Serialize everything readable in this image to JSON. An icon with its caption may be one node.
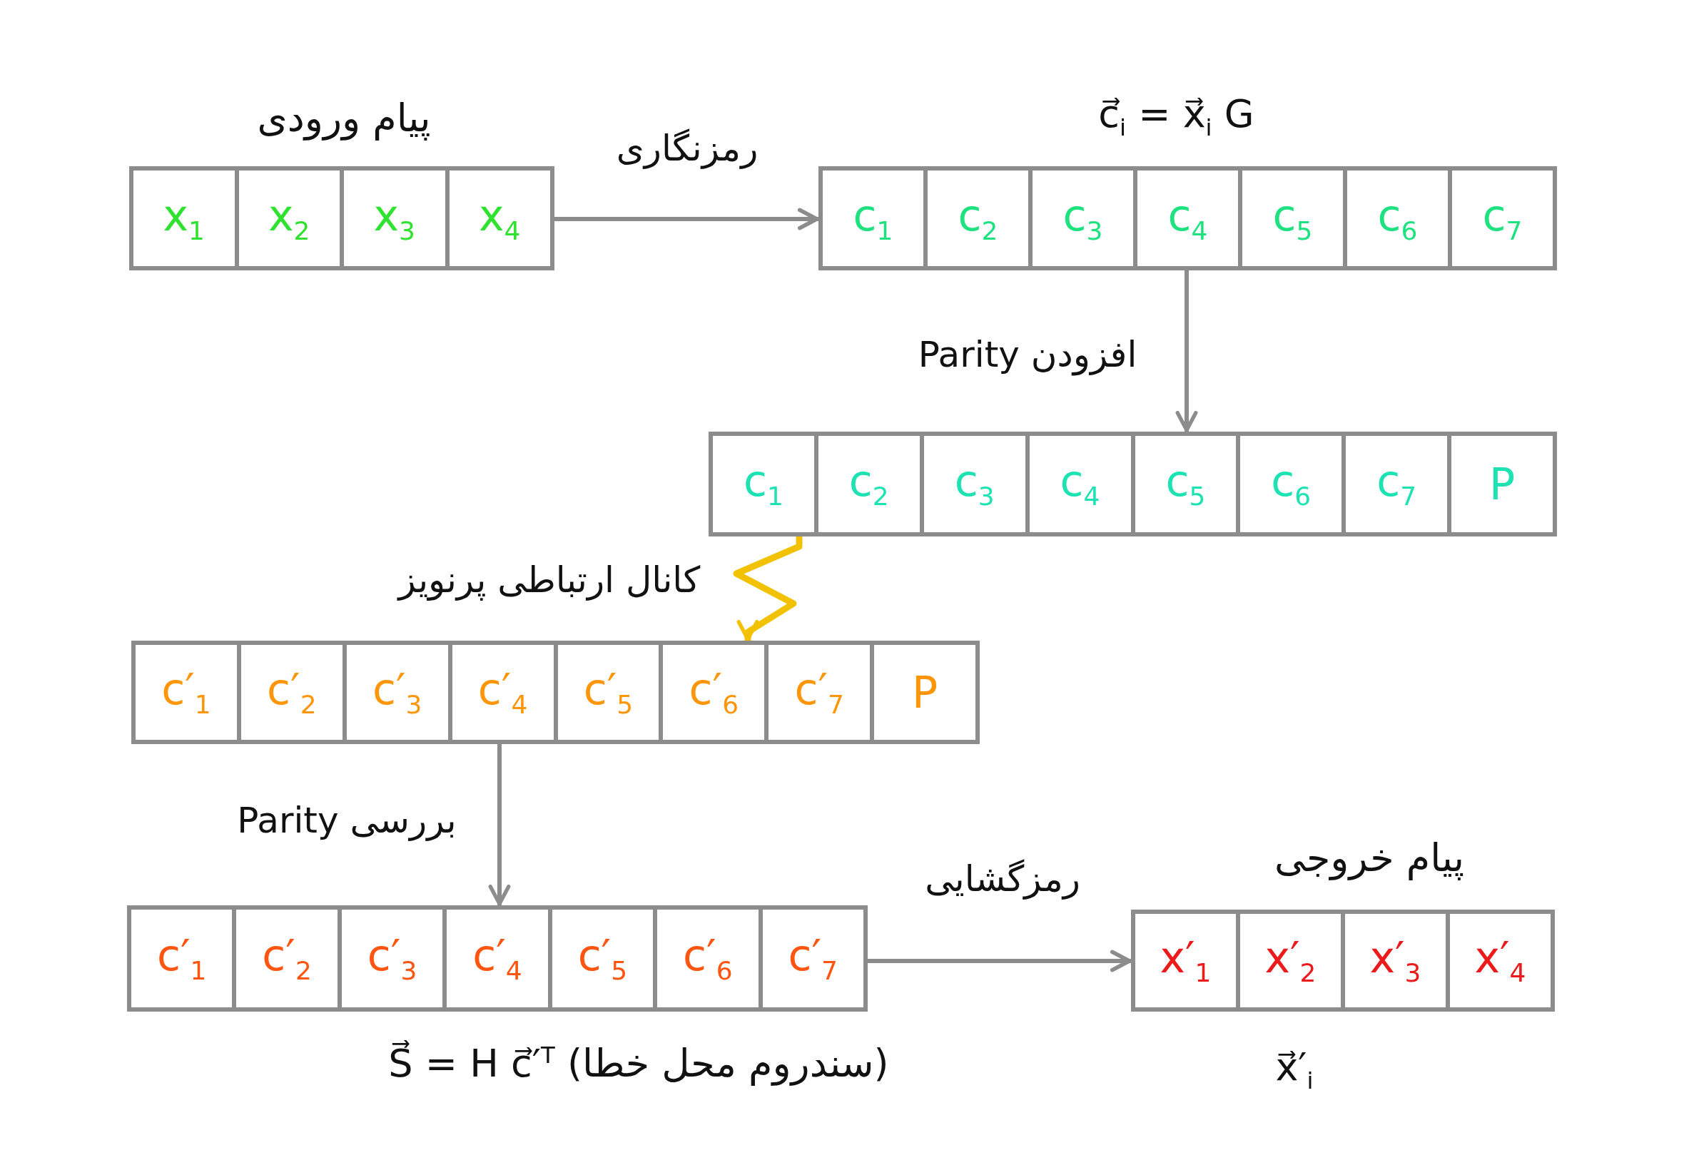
{
  "diagram": {
    "nodes": [
      {
        "text": [
          "پیام ورودی"
        ]
      },
      {
        "text": [
          "x$_{1}$"
        ],
        "in": 0
      },
      {
        "text": [
          "x$_{2}$"
        ],
        "in": 0
      },
      {
        "text": [
          "x$_{3}$"
        ],
        "in": 0
      },
      {
        "text": [
          "x$_{4}$"
        ],
        "in": 0
      },
      {
        "text": [
          "c⃗$_{i}$ = x⃗$_{i}$ G"
        ]
      },
      {
        "text": [
          "c$_{1}$"
        ],
        "in": 5
      },
      {
        "text": [
          "c$_{2}$"
        ],
        "in": 5
      },
      {
        "text": [
          "c$_{3}$"
        ],
        "in": 5
      },
      {
        "text": [
          "c$_{4}$"
        ],
        "in": 5
      },
      {
        "text": [
          "c$_{5}$"
        ],
        "in": 5
      },
      {
        "text": [
          "c$_{6}$"
        ],
        "in": 5
      },
      {
        "text": [
          "c$_{7}$"
        ],
        "in": 5
      },
      {
        "text": [],
        "shape": "box"
      },
      {
        "text": [
          "c$_{1}$"
        ],
        "in": 13
      },
      {
        "text": [
          "c$_{2}$"
        ],
        "in": 13
      },
      {
        "text": [
          "c$_{3}$"
        ],
        "in": 13
      },
      {
        "text": [
          "c$_{4}$"
        ],
        "in": 13
      },
      {
        "text": [
          "c$_{5}$"
        ],
        "in": 13
      },
      {
        "text": [
          "c$_{6}$"
        ],
        "in": 13
      },
      {
        "text": [
          "c$_{7}$"
        ],
        "in": 13
      },
      {
        "text": [
          "P"
        ],
        "in": 13
      },
      {
        "text": [],
        "shape": "box"
      },
      {
        "text": [
          "c′$_{1}$"
        ],
        "in": 22
      },
      {
        "text": [
          "c′$_{2}$"
        ],
        "in": 22
      },
      {
        "text": [
          "c′$_{3}$"
        ],
        "in": 22
      },
      {
        "text": [
          "c′$_{4}$"
        ],
        "in": 22
      },
      {
        "text": [
          "c′$_{5}$"
        ],
        "in": 22
      },
      {
        "text": [
          "c′$_{6}$"
        ],
        "in": 22
      },
      {
        "text": [
          "c′$_{7}$"
        ],
        "in": 22
      },
      {
        "text": [
          "P"
        ],
        "in": 22
      },
      {
        "text": [],
        "shape": "box",
        "beside": [
          "S⃗ = H c⃗′$^{T}$ (سندروم محل خطا)"
        ]
      },
      {
        "text": [
          "c′$_{1}$"
        ],
        "in": 31
      },
      {
        "text": [
          "c′$_{2}$"
        ],
        "in": 31
      },
      {
        "text": [
          "c′$_{3}$"
        ],
        "in": 31
      },
      {
        "text": [
          "c′$_{4}$"
        ],
        "in": 31
      },
      {
        "text": [
          "c′$_{5}$"
        ],
        "in": 31
      },
      {
        "text": [
          "c′$_{6}$"
        ],
        "in": 31
      },
      {
        "text": [
          "c′$_{7}$"
        ],
        "in": 31
      },
      {
        "text": [
          "پیام خروجی"
        ],
        "beside": [
          "x⃗′$_{i}$"
        ]
      },
      {
        "text": [
          "x′$_{1}$"
        ],
        "in": 39
      },
      {
        "text": [
          "x′$_{2}$"
        ],
        "in": 39
      },
      {
        "text": [
          "x′$_{3}$"
        ],
        "in": 39
      },
      {
        "text": [
          "x′$_{4}$"
        ],
        "in": 39
      }
    ],
    "edges": [
      {
        "from": 0,
        "to": 5,
        "arrow": "to",
        "label": "رمزنگاری"
      },
      {
        "from": 5,
        "to": 13,
        "arrow": "to",
        "label": "افزودن Parity"
      },
      {
        "from": 13,
        "to": 22,
        "arrow": "to",
        "label": "کانال ارتباطی پرنویز",
        "color": "#f2c200"
      },
      {
        "from": 22,
        "to": 31,
        "arrow": "to",
        "label": "بررسی Parity"
      },
      {
        "from": 31,
        "to": 39,
        "arrow": "to",
        "label": "رمزگشایی"
      }
    ]
  }
}
